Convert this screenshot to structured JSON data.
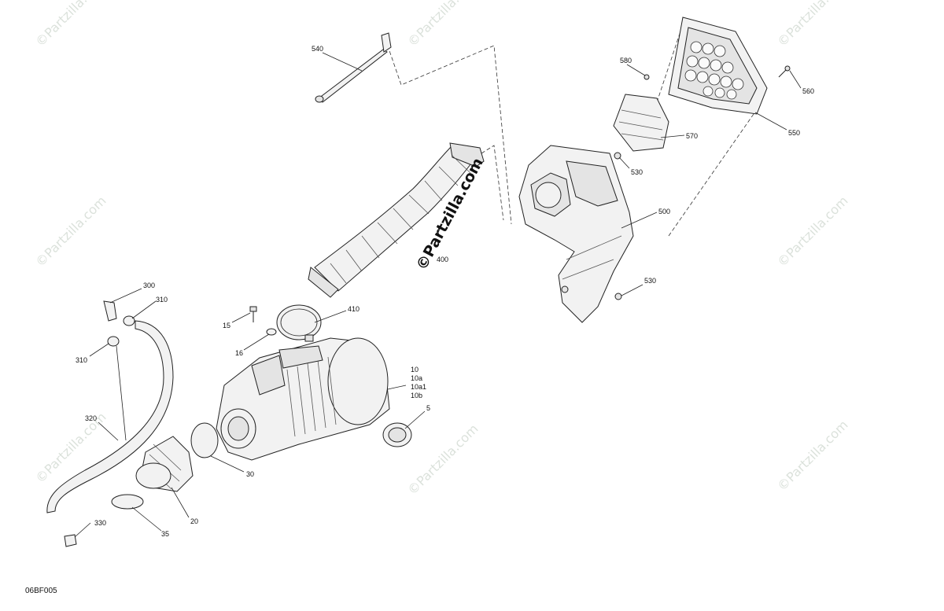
{
  "diagram": {
    "code": "06BF005",
    "watermark": "©Partzilla.com",
    "center_watermark": "©Partzilla.com",
    "callouts": {
      "c540": "540",
      "c580": "580",
      "c560": "560",
      "c550": "550",
      "c570": "570",
      "c530a": "530",
      "c500": "500",
      "c530b": "530",
      "c400": "400",
      "c410": "410",
      "c300": "300",
      "c310a": "310",
      "c310b": "310",
      "c15": "15",
      "c16": "16",
      "c10": "10",
      "c10a": "10a",
      "c10a1": "10a1",
      "c10b": "10b",
      "c5": "5",
      "c320": "320",
      "c30": "30",
      "c20": "20",
      "c35": "35",
      "c330": "330"
    }
  }
}
